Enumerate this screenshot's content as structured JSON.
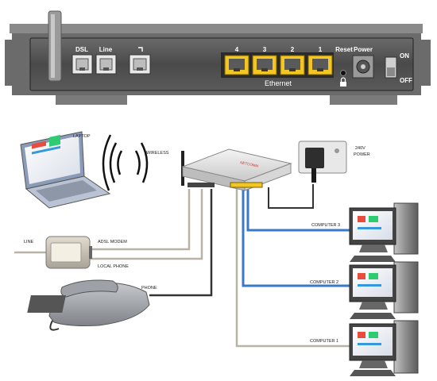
{
  "panel": {
    "ports": {
      "dsl": "DSL",
      "line": "Line",
      "eth_4": "4",
      "eth_3": "3",
      "eth_2": "2",
      "eth_1": "1",
      "ethernet": "Ethernet",
      "reset": "Reset",
      "power": "Power",
      "on": "ON",
      "off": "OFF"
    }
  },
  "diagram": {
    "labels": {
      "laptop": "LAPTOP",
      "wireless": "WIRELESS",
      "router_brand": "NETCOMM",
      "power_supply": "240V\nPOWER",
      "line": "LINE",
      "adsl_modem": "ADSL MODEM",
      "local_phone": "LOCAL PHONE",
      "phone": "PHONE",
      "computer_3": "COMPUTER 3",
      "computer_2": "COMPUTER 2",
      "computer_1": "COMPUTER 1"
    }
  },
  "colors": {
    "panel_body": "#4a4a4a",
    "ethernet_port": "#f3c623",
    "ethernet_cable": "#3a78c8",
    "line_cable": "#b8b2a8",
    "phone_cable": "#333333"
  }
}
